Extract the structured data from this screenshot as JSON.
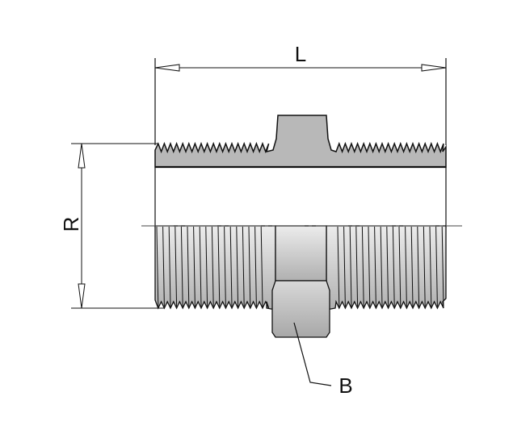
{
  "dimensions": {
    "length_label": "L",
    "thread_label": "R",
    "hex_label": "B"
  },
  "colors": {
    "fill": "#b8b8b8",
    "fill_light": "#e2e2e2",
    "line": "#111111"
  }
}
